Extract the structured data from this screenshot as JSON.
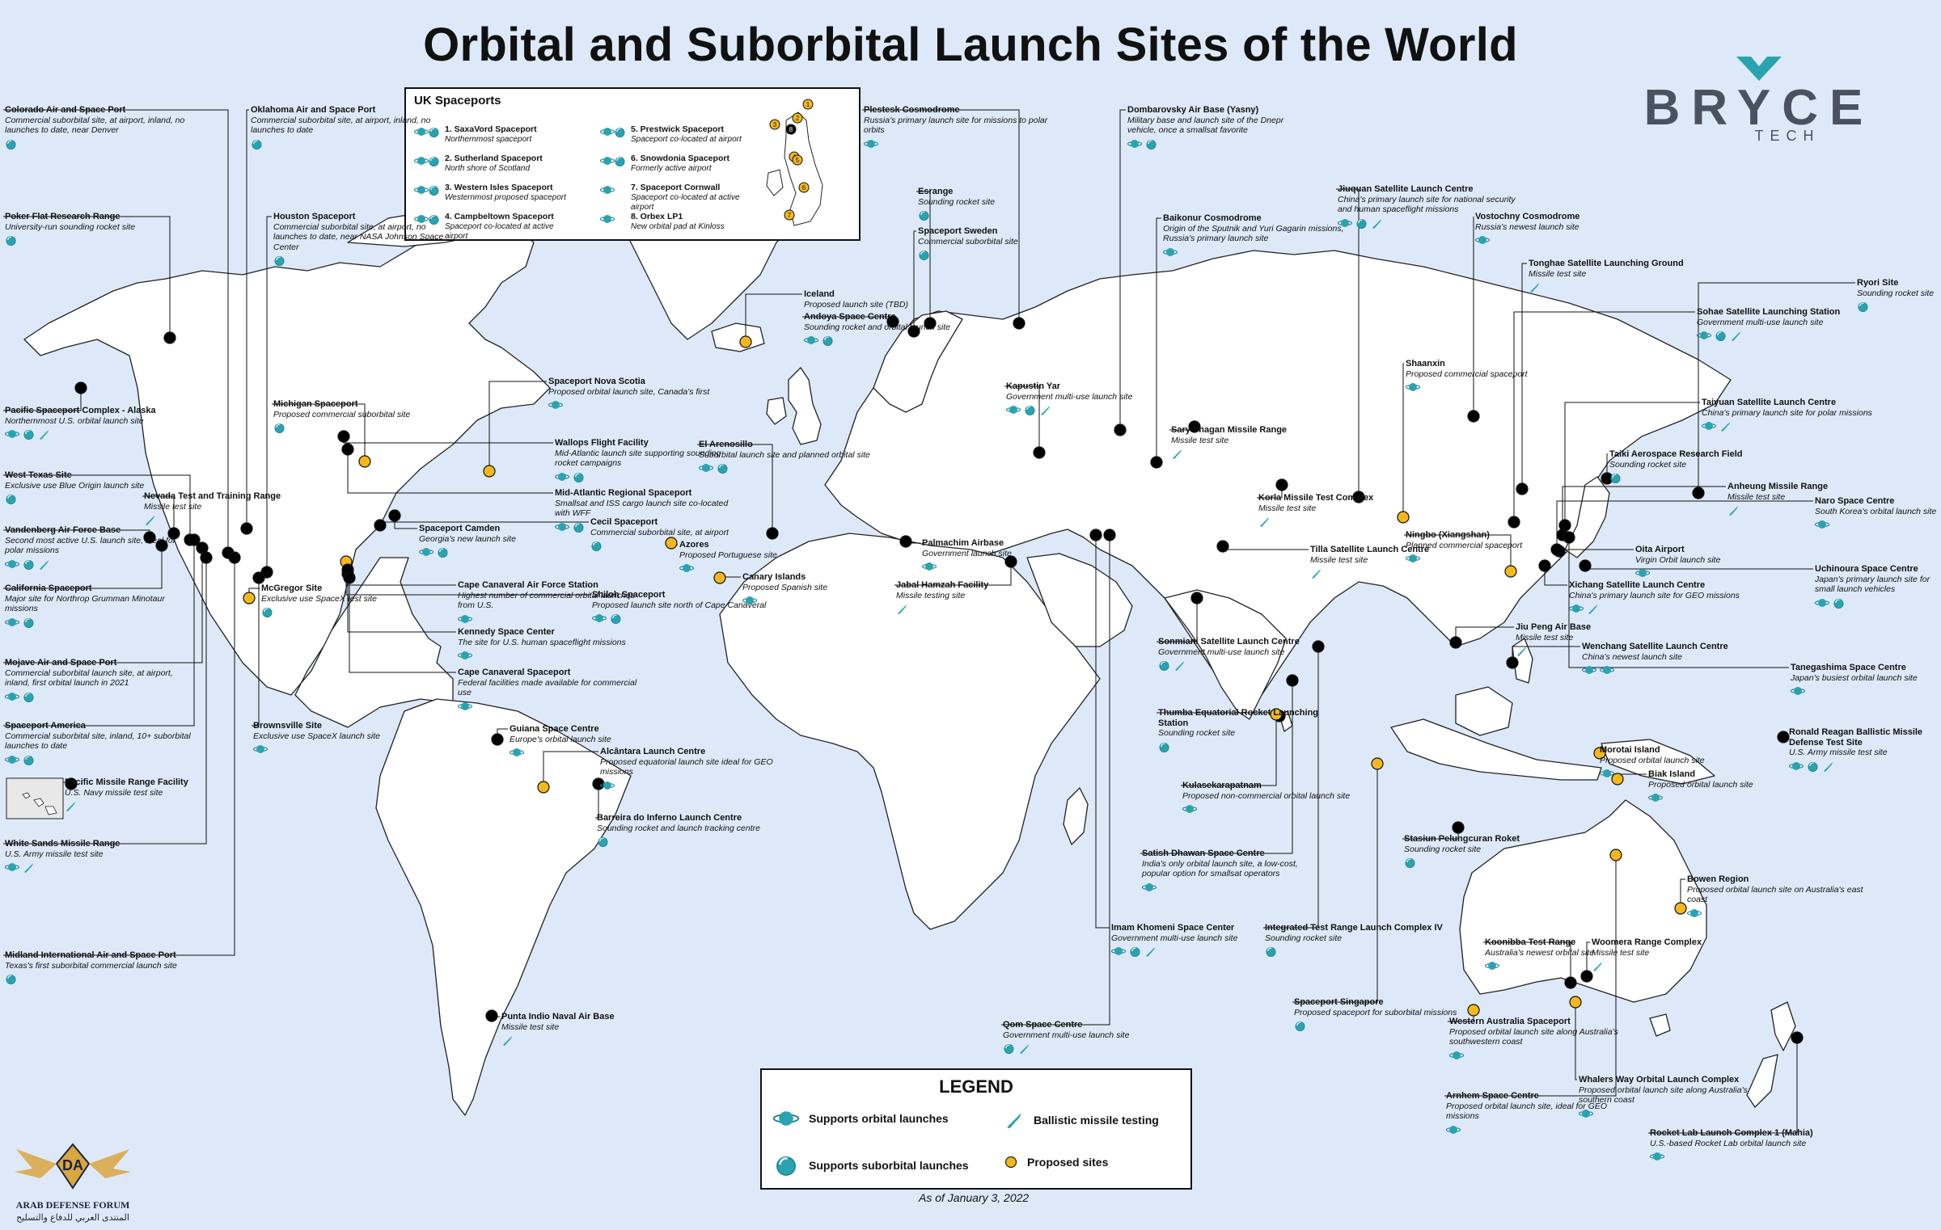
{
  "title": "Orbital and Suborbital Launch Sites of the World",
  "as_of": "As of January 3, 2022",
  "brand": {
    "name": "BRYCE",
    "sub": "TECH",
    "color": "#4a5260",
    "accent": "#2aa3b0"
  },
  "watermark": {
    "line1": "ARAB DEFENSE FORUM",
    "line2": "المنتدى العربي للدفاع والتسليح",
    "mono": "DA"
  },
  "colors": {
    "ocean": "#dde9f8",
    "land": "#ffffff",
    "existing": "#000000",
    "proposed": "#f4b81e",
    "icon": "#2aa3b0"
  },
  "legend": {
    "title": "LEGEND",
    "items": [
      {
        "label": "Supports orbital launches",
        "icon": "planet-icon"
      },
      {
        "label": "Ballistic missile testing",
        "icon": "missile-icon"
      },
      {
        "label": "Supports suborbital launches",
        "icon": "suborbital-icon"
      },
      {
        "label": "Proposed sites",
        "icon": "proposed-dot"
      }
    ]
  },
  "uk": {
    "title": "UK Spaceports",
    "items": [
      {
        "name": "1. SaxaVord Spaceport",
        "desc": "Northernmost spaceport",
        "icons": [
          "o",
          "s"
        ]
      },
      {
        "name": "2. Sutherland Spaceport",
        "desc": "North shore of Scotland",
        "icons": [
          "o",
          "s"
        ]
      },
      {
        "name": "3. Western Isles Spaceport",
        "desc": "Westernmost proposed spaceport",
        "icons": [
          "o",
          "s"
        ]
      },
      {
        "name": "4. Campbeltown Spaceport",
        "desc": "Spaceport co-located at active airport",
        "icons": [
          "o",
          "s"
        ]
      },
      {
        "name": "5. Prestwick Spaceport",
        "desc": "Spaceport co-located at airport",
        "icons": [
          "o",
          "s"
        ]
      },
      {
        "name": "6. Snowdonia Spaceport",
        "desc": "Formerly active airport",
        "icons": [
          "o",
          "s"
        ]
      },
      {
        "name": "7. Spaceport Cornwall",
        "desc": "Spaceport co-located at active airport",
        "icons": [
          "o"
        ]
      },
      {
        "name": "8. Orbex LP1",
        "desc": "New orbital pad at Kinloss",
        "icons": [
          "o"
        ]
      }
    ]
  },
  "sites": [
    {
      "name": "Colorado Air and Space Port",
      "desc": "Commercial suborbital site, at airport, inland, no launches to date, near Denver",
      "icons": [
        "s"
      ]
    },
    {
      "name": "Oklahoma Air and Space Port",
      "desc": "Commercial suborbital site, at airport, inland, no launches to date",
      "icons": [
        "s"
      ]
    },
    {
      "name": "Poker Flat Research Range",
      "desc": "University-run sounding rocket site",
      "icons": [
        "s"
      ]
    },
    {
      "name": "Houston Spaceport",
      "desc": "Commercial suborbital site, at airport, no launches to date, near NASA Johnson Space Center",
      "icons": [
        "s"
      ]
    },
    {
      "name": "Pacific Spaceport Complex - Alaska",
      "desc": "Northernmost U.S. orbital launch site",
      "icons": [
        "o",
        "s",
        "m"
      ]
    },
    {
      "name": "Michigan Spaceport",
      "desc": "Proposed commercial suborbital site",
      "icons": [
        "s"
      ]
    },
    {
      "name": "Spaceport Nova Scotia",
      "desc": "Proposed orbital launch site, Canada's first",
      "icons": [
        "o"
      ]
    },
    {
      "name": "Wallops Flight Facility",
      "desc": "Mid-Atlantic launch site supporting sounding rocket campaigns",
      "icons": [
        "o",
        "s"
      ]
    },
    {
      "name": "Mid-Atlantic Regional Spaceport",
      "desc": "Smallsat and ISS cargo launch site co-located with WFF",
      "icons": [
        "o",
        "s"
      ]
    },
    {
      "name": "West Texas Site",
      "desc": "Exclusive use Blue Origin launch site",
      "icons": [
        "s"
      ]
    },
    {
      "name": "Nevada Test and Training Range",
      "desc": "Missile test site",
      "icons": [
        "m"
      ]
    },
    {
      "name": "Vandenberg Air Force Base",
      "desc": "Second most active U.S. launch site, ideal for polar missions",
      "icons": [
        "o",
        "s",
        "m"
      ]
    },
    {
      "name": "California Spaceport",
      "desc": "Major site for Northrop Grumman Minotaur missions",
      "icons": [
        "o",
        "s"
      ]
    },
    {
      "name": "Spaceport Camden",
      "desc": "Georgia's new launch site",
      "icons": [
        "o",
        "s"
      ]
    },
    {
      "name": "Cecil Spaceport",
      "desc": "Commercial suborbital site, at airport",
      "icons": [
        "s"
      ]
    },
    {
      "name": "McGregor Site",
      "desc": "Exclusive use SpaceX test site",
      "icons": [
        "s"
      ]
    },
    {
      "name": "Cape Canaveral Air Force Station",
      "desc": "Highest number of commercial orbital launches from U.S.",
      "icons": [
        "o"
      ]
    },
    {
      "name": "Shiloh Spaceport",
      "desc": "Proposed launch site north of Cape Canaveral",
      "icons": [
        "o",
        "s"
      ]
    },
    {
      "name": "Kennedy Space Center",
      "desc": "The site for U.S. human spaceflight missions",
      "icons": [
        "o"
      ]
    },
    {
      "name": "Cape Canaveral Spaceport",
      "desc": "Federal facilities made available for commercial use",
      "icons": [
        "o"
      ]
    },
    {
      "name": "Mojave Air and Space Port",
      "desc": "Commercial suborbital launch site, at airport, inland, first orbital launch in 2021",
      "icons": [
        "o",
        "s"
      ]
    },
    {
      "name": "Spaceport America",
      "desc": "Commercial suborbital site, inland, 10+ suborbital launches to date",
      "icons": [
        "o",
        "s"
      ]
    },
    {
      "name": "Brownsville Site",
      "desc": "Exclusive use SpaceX launch site",
      "icons": [
        "o"
      ]
    },
    {
      "name": "Pacific Missile Range Facility",
      "desc": "U.S. Navy missile test site",
      "icons": [
        "m"
      ]
    },
    {
      "name": "White Sands Missile Range",
      "desc": "U.S. Army missile test site",
      "icons": [
        "o",
        "m"
      ]
    },
    {
      "name": "Midland International Air and Space Port",
      "desc": "Texas's first suborbital commercial launch site",
      "icons": [
        "s"
      ]
    },
    {
      "name": "Guiana Space Centre",
      "desc": "Europe's orbital launch site",
      "icons": [
        "o"
      ]
    },
    {
      "name": "Alcântara Launch Centre",
      "desc": "Proposed equatorial launch site ideal for GEO missions",
      "icons": [
        "o"
      ]
    },
    {
      "name": "Barreira do Inferno Launch Centre",
      "desc": "Sounding rocket and launch tracking centre",
      "icons": [
        "s"
      ]
    },
    {
      "name": "Punta Indio Naval Air Base",
      "desc": "Missile test site",
      "icons": [
        "m"
      ]
    },
    {
      "name": "Plestesk Cosmodrome",
      "desc": "Russia's primary launch site for missions to polar orbits",
      "icons": [
        "o"
      ]
    },
    {
      "name": "Esrange",
      "desc": "Sounding rocket site",
      "icons": [
        "s"
      ]
    },
    {
      "name": "Spaceport Sweden",
      "desc": "Commercial suborbital site",
      "icons": [
        "s"
      ]
    },
    {
      "name": "Iceland",
      "desc": "Proposed launch site (TBD)",
      "icons": []
    },
    {
      "name": "Andoya Space Centre",
      "desc": "Sounding rocket and orbital launch site",
      "icons": [
        "o",
        "s"
      ]
    },
    {
      "name": "El Arenosillo",
      "desc": "Suborbital launch site and planned orbital site",
      "icons": [
        "o",
        "s"
      ]
    },
    {
      "name": "Azores",
      "desc": "Proposed Portuguese site",
      "icons": [
        "o"
      ]
    },
    {
      "name": "Canary Islands",
      "desc": "Proposed Spanish site",
      "icons": [
        "o"
      ]
    },
    {
      "name": "Palmachim Airbase",
      "desc": "Government launch site",
      "icons": [
        "o"
      ]
    },
    {
      "name": "Jabal Hamzah Facility",
      "desc": "Missile testing site",
      "icons": [
        "m"
      ]
    },
    {
      "name": "Kapustin Yar",
      "desc": "Government multi-use launch site",
      "icons": [
        "o",
        "s",
        "m"
      ]
    },
    {
      "name": "Dombarovsky Air Base (Yasny)",
      "desc": "Military base and launch site of the Dnepr vehicle, once a smallsat favorite",
      "icons": [
        "o",
        "s"
      ]
    },
    {
      "name": "Baikonur Cosmodrome",
      "desc": "Origin of the Sputnik and Yuri Gagarin missions, Russia's primary launch site",
      "icons": [
        "o"
      ]
    },
    {
      "name": "Sary Shagan Missile Range",
      "desc": "Missile test site",
      "icons": [
        "m"
      ]
    },
    {
      "name": "Korla Missile Test Complex",
      "desc": "Missile test site",
      "icons": [
        "m"
      ]
    },
    {
      "name": "Tilla Satellite Launch Centre",
      "desc": "Missile test site",
      "icons": [
        "m"
      ]
    },
    {
      "name": "Sonmiani Satellite Launch Centre",
      "desc": "Government multi-use launch site",
      "icons": [
        "s",
        "m"
      ]
    },
    {
      "name": "Thumba Equatorial Rocket Launching Station",
      "desc": "Sounding rocket site",
      "icons": [
        "s"
      ]
    },
    {
      "name": "Kulasekarapatnam",
      "desc": "Proposed non-commercial orbital launch site",
      "icons": [
        "o"
      ]
    },
    {
      "name": "Satish Dhawan Space Centre",
      "desc": "India's only orbital launch site, a low-cost, popular option for smallsat operators",
      "icons": [
        "o"
      ]
    },
    {
      "name": "Imam Khomeni Space Center",
      "desc": "Government multi-use launch site",
      "icons": [
        "o",
        "s",
        "m"
      ]
    },
    {
      "name": "Integrated Test Range Launch Complex IV",
      "desc": "Sounding rocket site",
      "icons": [
        "s"
      ]
    },
    {
      "name": "Qom Space Centre",
      "desc": "Government multi-use launch site",
      "icons": [
        "s",
        "m"
      ]
    },
    {
      "name": "Spaceport Singapore",
      "desc": "Proposed spaceport for suborbital missions",
      "icons": [
        "s"
      ]
    },
    {
      "name": "Vostochny Cosmodrome",
      "desc": "Russia's newest launch site",
      "icons": [
        "o"
      ]
    },
    {
      "name": "Tonghae Satellite Launching Ground",
      "desc": "Missile test site",
      "icons": [
        "m"
      ]
    },
    {
      "name": "Shaanxin",
      "desc": "Proposed commercial spaceport",
      "icons": [
        "o"
      ]
    },
    {
      "name": "Taiki Aerospace Research Field",
      "desc": "Sounding rocket site",
      "icons": [
        "s"
      ]
    },
    {
      "name": "Ningbo (Xiangshan)",
      "desc": "Planned commercial spaceport",
      "icons": [
        "o"
      ]
    },
    {
      "name": "Oita Airport",
      "desc": "Virgin Orbit launch site",
      "icons": [
        "o"
      ]
    },
    {
      "name": "Xichang Satellite Launch Centre",
      "desc": "China's primary launch site for GEO missions",
      "icons": [
        "o",
        "m"
      ]
    },
    {
      "name": "Jiu Peng Air Base",
      "desc": "Missile test site",
      "icons": [
        "m"
      ]
    },
    {
      "name": "Wenchang Satellite Launch Centre",
      "desc": "China's newest launch site",
      "icons": [
        "o",
        "o"
      ]
    },
    {
      "name": "Jiuquan Satellite Launch Centre",
      "desc": "China's primary launch site for national security and human spaceflight missions",
      "icons": [
        "o",
        "s",
        "m"
      ]
    },
    {
      "name": "Ryori Site",
      "desc": "Sounding rocket site",
      "icons": [
        "s"
      ]
    },
    {
      "name": "Sohae Satellite Launching Station",
      "desc": "Government multi-use launch site",
      "icons": [
        "o",
        "s",
        "m"
      ]
    },
    {
      "name": "Taiyuan Satellite Launch Centre",
      "desc": "China's primary launch site for polar missions",
      "icons": [
        "o",
        "m"
      ]
    },
    {
      "name": "Anheung Missile Range",
      "desc": "Missile test site",
      "icons": [
        "m"
      ]
    },
    {
      "name": "Naro Space Centre",
      "desc": "South Korea's orbital launch site",
      "icons": [
        "o"
      ]
    },
    {
      "name": "Uchinoura Space Centre",
      "desc": "Japan's primary launch site for small launch vehicles",
      "icons": [
        "o",
        "s"
      ]
    },
    {
      "name": "Tanegashima Space Centre",
      "desc": "Japan's busiest orbital launch site",
      "icons": [
        "o"
      ]
    },
    {
      "name": "Ronald Reagan Ballistic Missile Defense Test Site",
      "desc": "U.S. Army missile test site",
      "icons": [
        "o",
        "s",
        "m"
      ]
    },
    {
      "name": "Morotai Island",
      "desc": "Proposed orbital launch site",
      "icons": [
        "o"
      ]
    },
    {
      "name": "Biak Island",
      "desc": "Proposed orbital launch site",
      "icons": [
        "o"
      ]
    },
    {
      "name": "Stasiun Pelungcuran Roket",
      "desc": "Sounding rocket site",
      "icons": [
        "s"
      ]
    },
    {
      "name": "Bowen Region",
      "desc": "Proposed orbital launch site on Australia's east coast",
      "icons": [
        "o"
      ]
    },
    {
      "name": "Koonibba Test Range",
      "desc": "Australia's newest orbital site",
      "icons": [
        "o"
      ]
    },
    {
      "name": "Woomera Range Complex",
      "desc": "Missile test site",
      "icons": [
        "m"
      ]
    },
    {
      "name": "Western Australia Spaceport",
      "desc": "Proposed orbital launch site along Australia's southwestern coast",
      "icons": [
        "o"
      ]
    },
    {
      "name": "Whalers Way Orbital Launch Complex",
      "desc": "Proposed orbital launch site along Australia's southern coast",
      "icons": [
        "o"
      ]
    },
    {
      "name": "Arnhem Space Centre",
      "desc": "Proposed orbital launch site, ideal for GEO missions",
      "icons": [
        "o"
      ]
    },
    {
      "name": "Rocket Lab Launch Complex 1 (Mahia)",
      "desc": "U.S.-based Rocket Lab orbital launch site",
      "icons": [
        "o"
      ]
    }
  ]
}
